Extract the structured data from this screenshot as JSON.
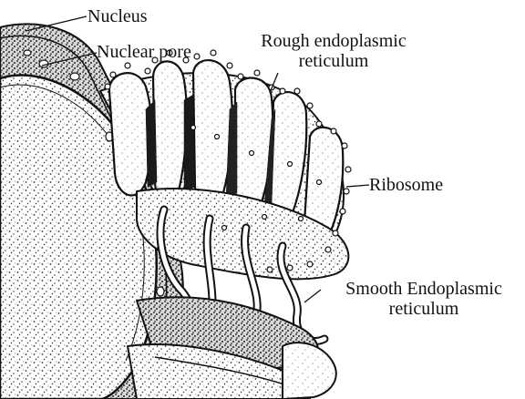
{
  "diagram": {
    "labels": {
      "nucleus": "Nucleus",
      "nuclear_pore": "Nuclear pore",
      "rough_er": [
        "Rough endoplasmic",
        "reticulum"
      ],
      "ribosome": "Ribosome",
      "smooth_er": [
        "Smooth Endoplasmic",
        "reticulum"
      ]
    },
    "colors": {
      "ink": "#111111",
      "stipple": "#555555",
      "background": "#ffffff"
    }
  }
}
